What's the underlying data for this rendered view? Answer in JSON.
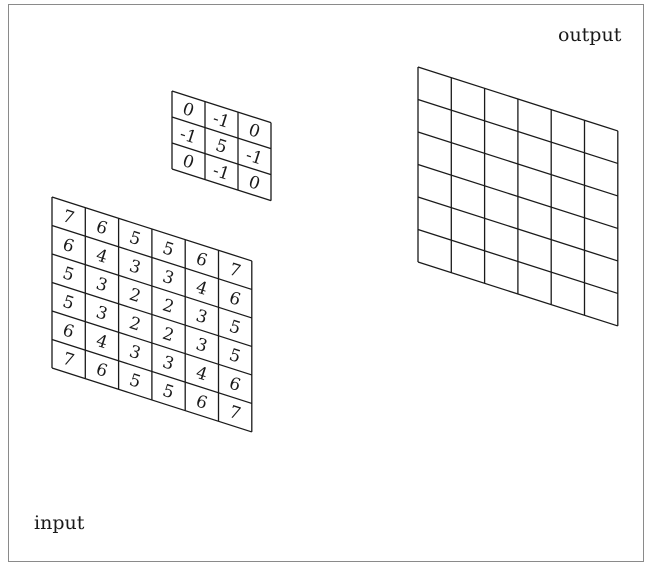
{
  "labels": {
    "output": "output",
    "input": "input"
  },
  "kernel": [
    [
      "0",
      "-1",
      "0"
    ],
    [
      "-1",
      "5",
      "-1"
    ],
    [
      "0",
      "-1",
      "0"
    ]
  ],
  "input_matrix": [
    [
      "7",
      "6",
      "5",
      "5",
      "6",
      "7"
    ],
    [
      "6",
      "4",
      "3",
      "3",
      "4",
      "6"
    ],
    [
      "5",
      "3",
      "2",
      "2",
      "3",
      "5"
    ],
    [
      "5",
      "3",
      "2",
      "2",
      "3",
      "5"
    ],
    [
      "6",
      "4",
      "3",
      "3",
      "4",
      "6"
    ],
    [
      "7",
      "6",
      "5",
      "5",
      "6",
      "7"
    ]
  ],
  "output_grid": {
    "rows": 6,
    "cols": 6
  },
  "colors": {
    "line": "#1a1a1a",
    "border": "#8a8a8a",
    "background": "#ffffff"
  }
}
